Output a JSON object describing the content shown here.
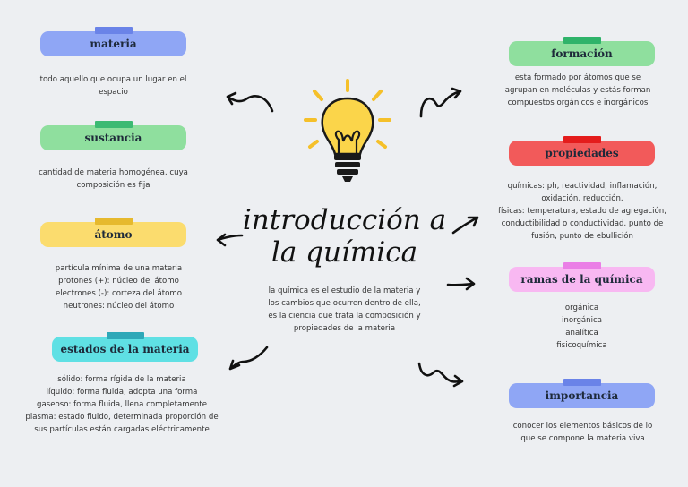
{
  "title": {
    "line1": "introducción a",
    "line2": "la química"
  },
  "intro": [
    "la química es el estudio de la materia y",
    "los cambios que ocurren dentro de ella,",
    "es la ciencia que trata la composición y",
    "propiedades de la materia"
  ],
  "topics": {
    "materia": {
      "label": "materia",
      "color": "#8fa6f5",
      "tape": "#6a83e8",
      "text": [
        "todo aquello que ocupa un lugar en el",
        "espacio"
      ]
    },
    "sustancia": {
      "label": "sustancia",
      "color": "#8fdf9e",
      "tape": "#3cba73",
      "text": [
        "cantidad de materia homogénea, cuya",
        "composición es fija"
      ]
    },
    "atomo": {
      "label": "átomo",
      "color": "#fbdc6e",
      "tape": "#e6b92e",
      "text": [
        "partícula mínima de una materia",
        "protones (+): núcleo del átomo",
        "electrones (-): corteza del átomo",
        "neutrones: núcleo del átomo"
      ]
    },
    "estados": {
      "label": "estados de la materia",
      "color": "#5fe0e4",
      "tape": "#2ea8b8",
      "text": [
        "sólido: forma rígida de la materia",
        "líquido: forma fluida, adopta una forma",
        "gaseoso: forma fluida, llena completamente",
        "plasma: estado fluido, determinada proporción de",
        "sus partículas están cargadas eléctricamente"
      ]
    },
    "formacion": {
      "label": "formación",
      "color": "#8fdf9e",
      "tape": "#2fb36a",
      "text": [
        "esta formado por átomos que se",
        "agrupan en moléculas y estás forman",
        "compuestos orgánicos e inorgánicos"
      ]
    },
    "propiedades": {
      "label": "propiedades",
      "color": "#f25a5a",
      "tape": "#e41c1c",
      "text": [
        "químicas: ph, reactividad, inflamación,",
        "oxidación, reducción.",
        "físicas: temperatura, estado de agregación,",
        "conductibilidad o conductividad, punto de",
        "fusión, punto de ebullición"
      ]
    },
    "ramas": {
      "label": "ramas de la química",
      "color": "#f8b8f2",
      "tape": "#ea7fe6",
      "text": [
        "orgánica",
        "inorgánica",
        "analítica",
        "fisicoquímica"
      ]
    },
    "importancia": {
      "label": "importancia",
      "color": "#8fa6f5",
      "tape": "#6a83e8",
      "text": [
        "conocer los elementos básicos de lo",
        "que se compone la materia viva"
      ]
    }
  },
  "icons": {
    "lightbulb": "lightbulb-icon"
  }
}
